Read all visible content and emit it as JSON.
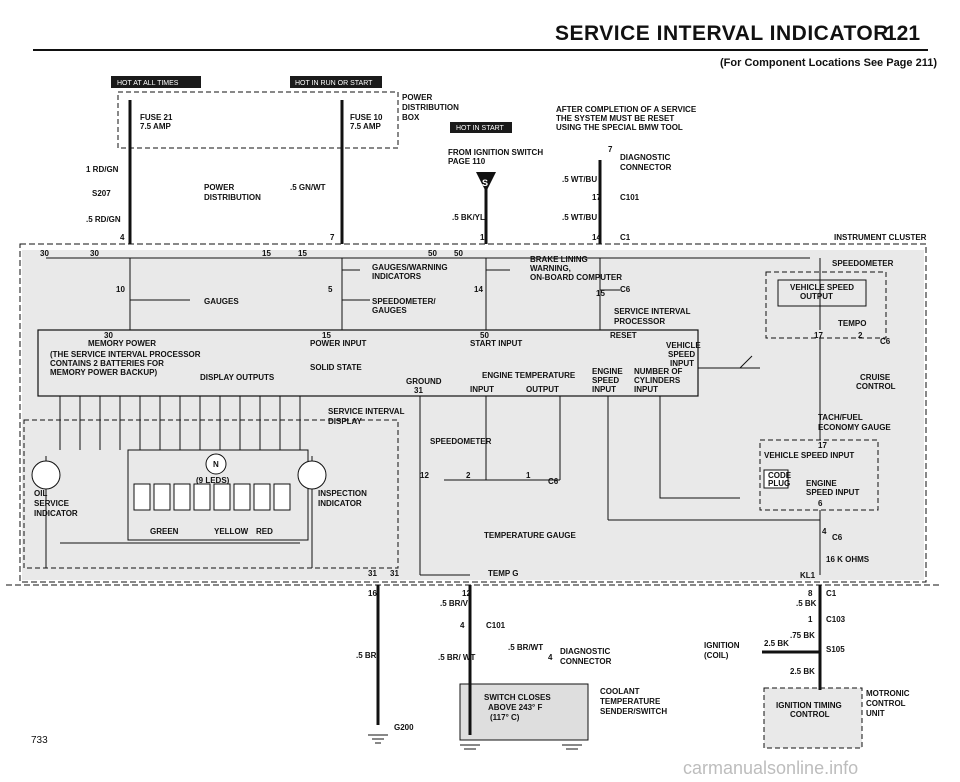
{
  "header": {
    "title": "SERVICE INTERVAL INDICATOR",
    "page_number": "121",
    "subtitle": "(For Component Locations See Page 211)"
  },
  "tags": {
    "hot_at_all_times": "HOT AT ALL TIMES",
    "hot_in_run_or_start": "HOT IN RUN OR START",
    "hot_in_start": "HOT IN START"
  },
  "labels": {
    "fuse21": "FUSE 21",
    "fuse21_amp": "7.5 AMP",
    "fuse10": "FUSE 10",
    "fuse10_amp": "7.5 AMP",
    "power_distribution_box_1": "POWER",
    "power_distribution_box_2": "DISTRIBUTION",
    "power_distribution_box_3": "BOX",
    "wire_1rdgn": "1 RD/GN",
    "s207": "S207",
    "power_dist_1": "POWER",
    "power_dist_2": "DISTRIBUTION",
    "wire_5gnwt": ".5 GN/WT",
    "wire_5rdgn": ".5 RD/GN",
    "pin4": "4",
    "pin7": "7",
    "after_1": "AFTER COMPLETION OF A SERVICE",
    "after_2": "THE SYSTEM MUST BE RESET",
    "after_3": "USING THE SPECIAL BMW TOOL",
    "from_ign_1": "FROM IGNITION SWITCH",
    "from_ign_2": "PAGE 110",
    "s_marker": "S",
    "wire_5bkyl": ".5 BK/YL",
    "pin1": "1",
    "diag_pin7": "7",
    "diag_conn_1": "DIAGNOSTIC",
    "diag_conn_2": "CONNECTOR",
    "wire_5wtbu_a": ".5 WT/BU",
    "c101_pin17": "17",
    "c101": "C101",
    "wire_5wtbu_b": ".5 WT/BU",
    "c1_pin14": "14",
    "c1": "C1",
    "instrument_cluster": "INSTRUMENT CLUSTER",
    "speedometer": "SPEEDOMETER",
    "vehicle_speed_output_1": "VEHICLE SPEED",
    "vehicle_speed_output_2": "OUTPUT",
    "tempo": "TEMPO",
    "p30a": "30",
    "p30b": "30",
    "p15a": "15",
    "p15b": "15",
    "p50a": "50",
    "p50b": "50",
    "gauges_warning_1": "GAUGES/WARNING",
    "gauges_warning_2": "INDICATORS",
    "brake_lining_1": "BRAKE LINING",
    "brake_lining_2": "WARNING,",
    "brake_lining_3": "ON-BOARD COMPUTER",
    "p10": "10",
    "p5": "5",
    "p14": "14",
    "p15c": "15",
    "c6_a": "C6",
    "gauges": "GAUGES",
    "speedometer_gauges_1": "SPEEDOMETER/",
    "speedometer_gauges_2": "GAUGES",
    "sip_1": "SERVICE INTERVAL",
    "sip_2": "PROCESSOR",
    "reset": "RESET",
    "p17": "17",
    "p2": "2",
    "c6_b": "C6",
    "in30": "30",
    "memory_power": "MEMORY POWER",
    "in15": "15",
    "power_input": "POWER INPUT",
    "in50": "50",
    "start_input": "START INPUT",
    "sip_note_1": "(THE SERVICE INTERVAL PROCESSOR",
    "sip_note_2": "CONTAINS 2 BATTERIES FOR",
    "sip_note_3": "MEMORY POWER BACKUP)",
    "display_outputs": "DISPLAY OUTPUTS",
    "solid_state": "SOLID STATE",
    "ground": "GROUND",
    "in31": "31",
    "engine_temp": "ENGINE TEMPERATURE",
    "input": "INPUT",
    "output": "OUTPUT",
    "engine_speed_1": "ENGINE",
    "engine_speed_2": "SPEED",
    "engine_speed_3": "INPUT",
    "num_cyl_1": "NUMBER OF",
    "num_cyl_2": "CYLINDERS",
    "num_cyl_3": "INPUT",
    "vsi_1": "VEHICLE",
    "vsi_2": "SPEED",
    "vsi_3": "INPUT",
    "cruise_1": "CRUISE",
    "cruise_2": "CONTROL",
    "sid_1": "SERVICE INTERVAL",
    "sid_2": "DISPLAY",
    "speedometer_arrow": "SPEEDOMETER",
    "p12": "12",
    "p2b": "2",
    "p1": "1",
    "c6_c": "C6",
    "tach_1": "TACH/FUEL",
    "tach_2": "ECONOMY GAUGE",
    "p17b": "17",
    "vsi_tach": "VEHICLE SPEED INPUT",
    "code_plug_1": "CODE",
    "code_plug_2": "PLUG",
    "engine_speed_in_1": "ENGINE",
    "engine_speed_in_2": "SPEED INPUT",
    "p6": "6",
    "n_led": "N",
    "leds": "(9 LEDS)",
    "oil_1": "OIL",
    "oil_2": "SERVICE",
    "oil_3": "INDICATOR",
    "insp_1": "INSPECTION",
    "insp_2": "INDICATOR",
    "green": "GREEN",
    "yellow": "YELLOW",
    "red": "RED",
    "temp_gauge": "TEMPERATURE GAUGE",
    "p4": "4",
    "c6_d": "C6",
    "ohms": "16 K OHMS",
    "kl1": "KL1",
    "p31a": "31",
    "p31b": "31",
    "temp_g": "TEMP G",
    "p16": "16",
    "p12b": "12",
    "wire_5brvi": ".5 BR/VI",
    "p4b": "4",
    "c101b": "C101",
    "wire_5br": ".5 BR",
    "wire_5brwt_a": ".5 BR/ WT",
    "wire_5brwt_b": ".5 BR/WT",
    "p4c": "4",
    "diag2_1": "DIAGNOSTIC",
    "diag2_2": "CONNECTOR",
    "switch_1": "SWITCH CLOSES",
    "switch_2": "ABOVE 243° F",
    "switch_3": "(117° C)",
    "coolant_1": "COOLANT",
    "coolant_2": "TEMPERATURE",
    "coolant_3": "SENDER/SWITCH",
    "g200": "G200",
    "p8": "8",
    "c1b": "C1",
    "wire_5bk": ".5 BK",
    "p1b": "1",
    "c103": "C103",
    "wire_75bk": ".75 BK",
    "ign_coil_1": "IGNITION",
    "ign_coil_2": "(COIL)",
    "wire_25bk_a": "2.5 BK",
    "s105": "S105",
    "wire_25bk_b": "2.5 BK",
    "ign_timing_1": "IGNITION TIMING",
    "ign_timing_2": "CONTROL",
    "motronic_1": "MOTRONIC",
    "motronic_2": "CONTROL",
    "motronic_3": "UNIT"
  },
  "footer": {
    "page_number": "733",
    "watermark": "carmanualsonline.info"
  }
}
